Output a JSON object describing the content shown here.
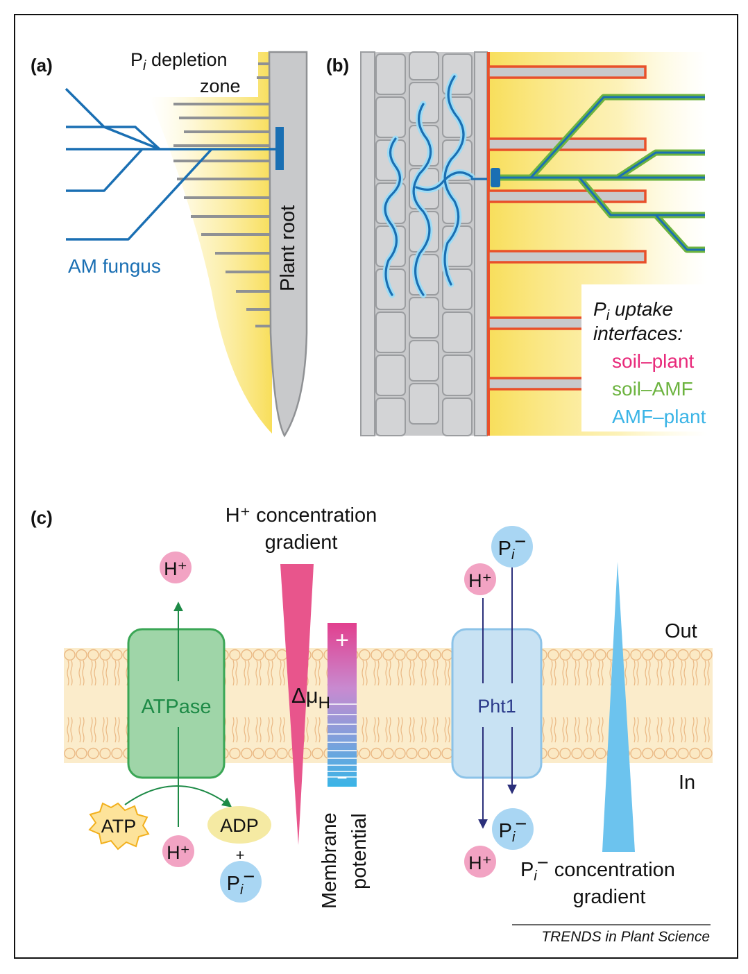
{
  "panels": {
    "a": {
      "label": "(a)",
      "depletion_prefix": "P",
      "depletion_sub": "i",
      "depletion_line1_rest": " depletion",
      "depletion_line2": "zone",
      "fungus_label": "AM fungus",
      "root_label": "Plant root"
    },
    "b": {
      "label": "(b)",
      "legend_prefix": "P",
      "legend_sub": "i",
      "legend_line1_rest": " uptake",
      "legend_line2": "interfaces:",
      "interfaces": [
        {
          "label": "soil–plant",
          "color": "#e8297a"
        },
        {
          "label": "soil–AMF",
          "color": "#6cb33f"
        },
        {
          "label": "AMF–plant",
          "color": "#3ab4e6"
        }
      ]
    },
    "c": {
      "label": "(c)",
      "h_gradient_line1": "H⁺ concentration",
      "h_gradient_line2": "gradient",
      "atpase_label": "ATPase",
      "pht1_label": "Pht1",
      "out_label": "Out",
      "in_label": "In",
      "atp_label": "ATP",
      "adp_label": "ADP",
      "plus": "+",
      "h_ion": "H⁺",
      "pi_main": "P",
      "pi_sub": "i",
      "pi_sup": "−",
      "delta_mu": "Δμ",
      "delta_mu_sub": "H",
      "membrane_potential_line1": "Membrane",
      "membrane_potential_line2": "potential",
      "mp_plus": "+",
      "mp_minus": "−",
      "pi_gradient_rest": " concentration",
      "pi_gradient_line2": "gradient"
    }
  },
  "footer": "TRENDS in Plant Science",
  "colors": {
    "fungus": "#1a6fb3",
    "root": "#c8c9cb",
    "depletion": "#fbe98a",
    "plant_interface": "#e8502a",
    "amf_green": "#6cb33f",
    "amf_blue": "#3ab4e6",
    "membrane": "#f7e3b0",
    "atpase_fill": "#9fd5a8",
    "atpase_stroke": "#3aa655",
    "pht1_fill": "#c8e2f3",
    "pht1_stroke": "#8cc3e8",
    "h_ion": "#f2a3c3",
    "pi_ion": "#a9d6f3",
    "h_gradient": "#e8558c",
    "pi_gradient": "#6cc3ee",
    "arrow_green": "#1d8a46",
    "arrow_navy": "#2b2f7a"
  }
}
